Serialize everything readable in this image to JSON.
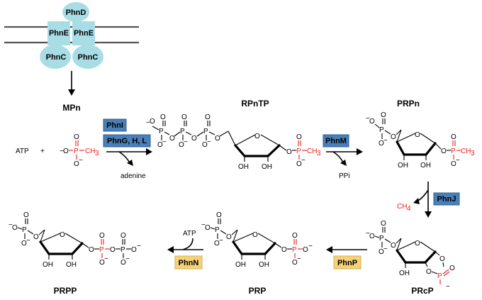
{
  "colors": {
    "membrane_protein": "#a8dde6",
    "enzyme_blue": "#4a7fb8",
    "enzyme_yellow": "#f5d27a",
    "phosphorus_red": "#e8201a"
  },
  "transporter": {
    "top": "PhnD",
    "left_mid": "PhnE",
    "right_mid": "PhnE",
    "left_bottom": "PhnC",
    "right_bottom": "PhnC"
  },
  "compounds": {
    "mpn": "MPn",
    "rpntp": "RPnTP",
    "prpn": "PRPn",
    "prcp": "PRcP",
    "prp": "PRP",
    "prpp": "PRPP"
  },
  "reagents": {
    "atp_left": "ATP",
    "plus": "+",
    "adenine": "adenine",
    "ppi": "PPi",
    "ch4": "CH",
    "ch4_sub": "4",
    "atp_bottom": "ATP"
  },
  "enzymes": {
    "phni": "PhnI",
    "phnghl": "PhnG, H, L",
    "phnm": "PhnM",
    "phnj": "PhnJ",
    "phnp": "PhnP",
    "phnn": "PhnN"
  },
  "atoms": {
    "o": "O",
    "o_minus": "O",
    "minus": "−",
    "p": "P",
    "ch3": "CH",
    "ch3_sub": "3",
    "oh": "OH"
  }
}
